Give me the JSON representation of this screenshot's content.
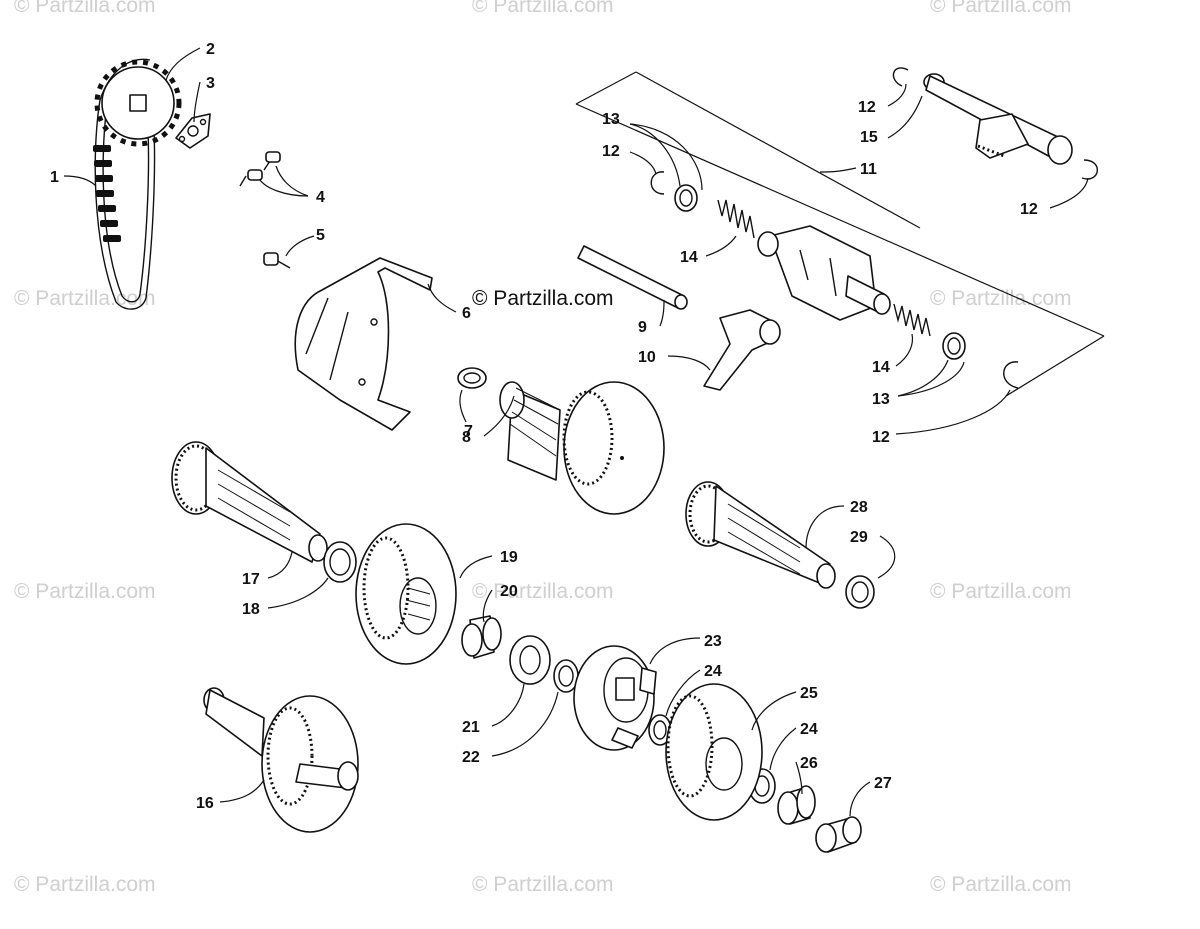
{
  "watermark_text": "© Partzilla.com",
  "brand_text": "© Partzilla.com",
  "callouts": {
    "c1": "1",
    "c2": "2",
    "c3": "3",
    "c4": "4",
    "c5": "5",
    "c6": "6",
    "c7": "7",
    "c8": "8",
    "c9": "9",
    "c10": "10",
    "c11": "11",
    "c12a": "12",
    "c12b": "12",
    "c12c": "12",
    "c12d": "12",
    "c13a": "13",
    "c13b": "13",
    "c14a": "14",
    "c14b": "14",
    "c15": "15",
    "c16": "16",
    "c17": "17",
    "c18": "18",
    "c19": "19",
    "c20": "20",
    "c21": "21",
    "c22": "22",
    "c23": "23",
    "c24a": "24",
    "c24b": "24",
    "c25": "25",
    "c26": "26",
    "c27": "27",
    "c28": "28",
    "c29": "29"
  }
}
